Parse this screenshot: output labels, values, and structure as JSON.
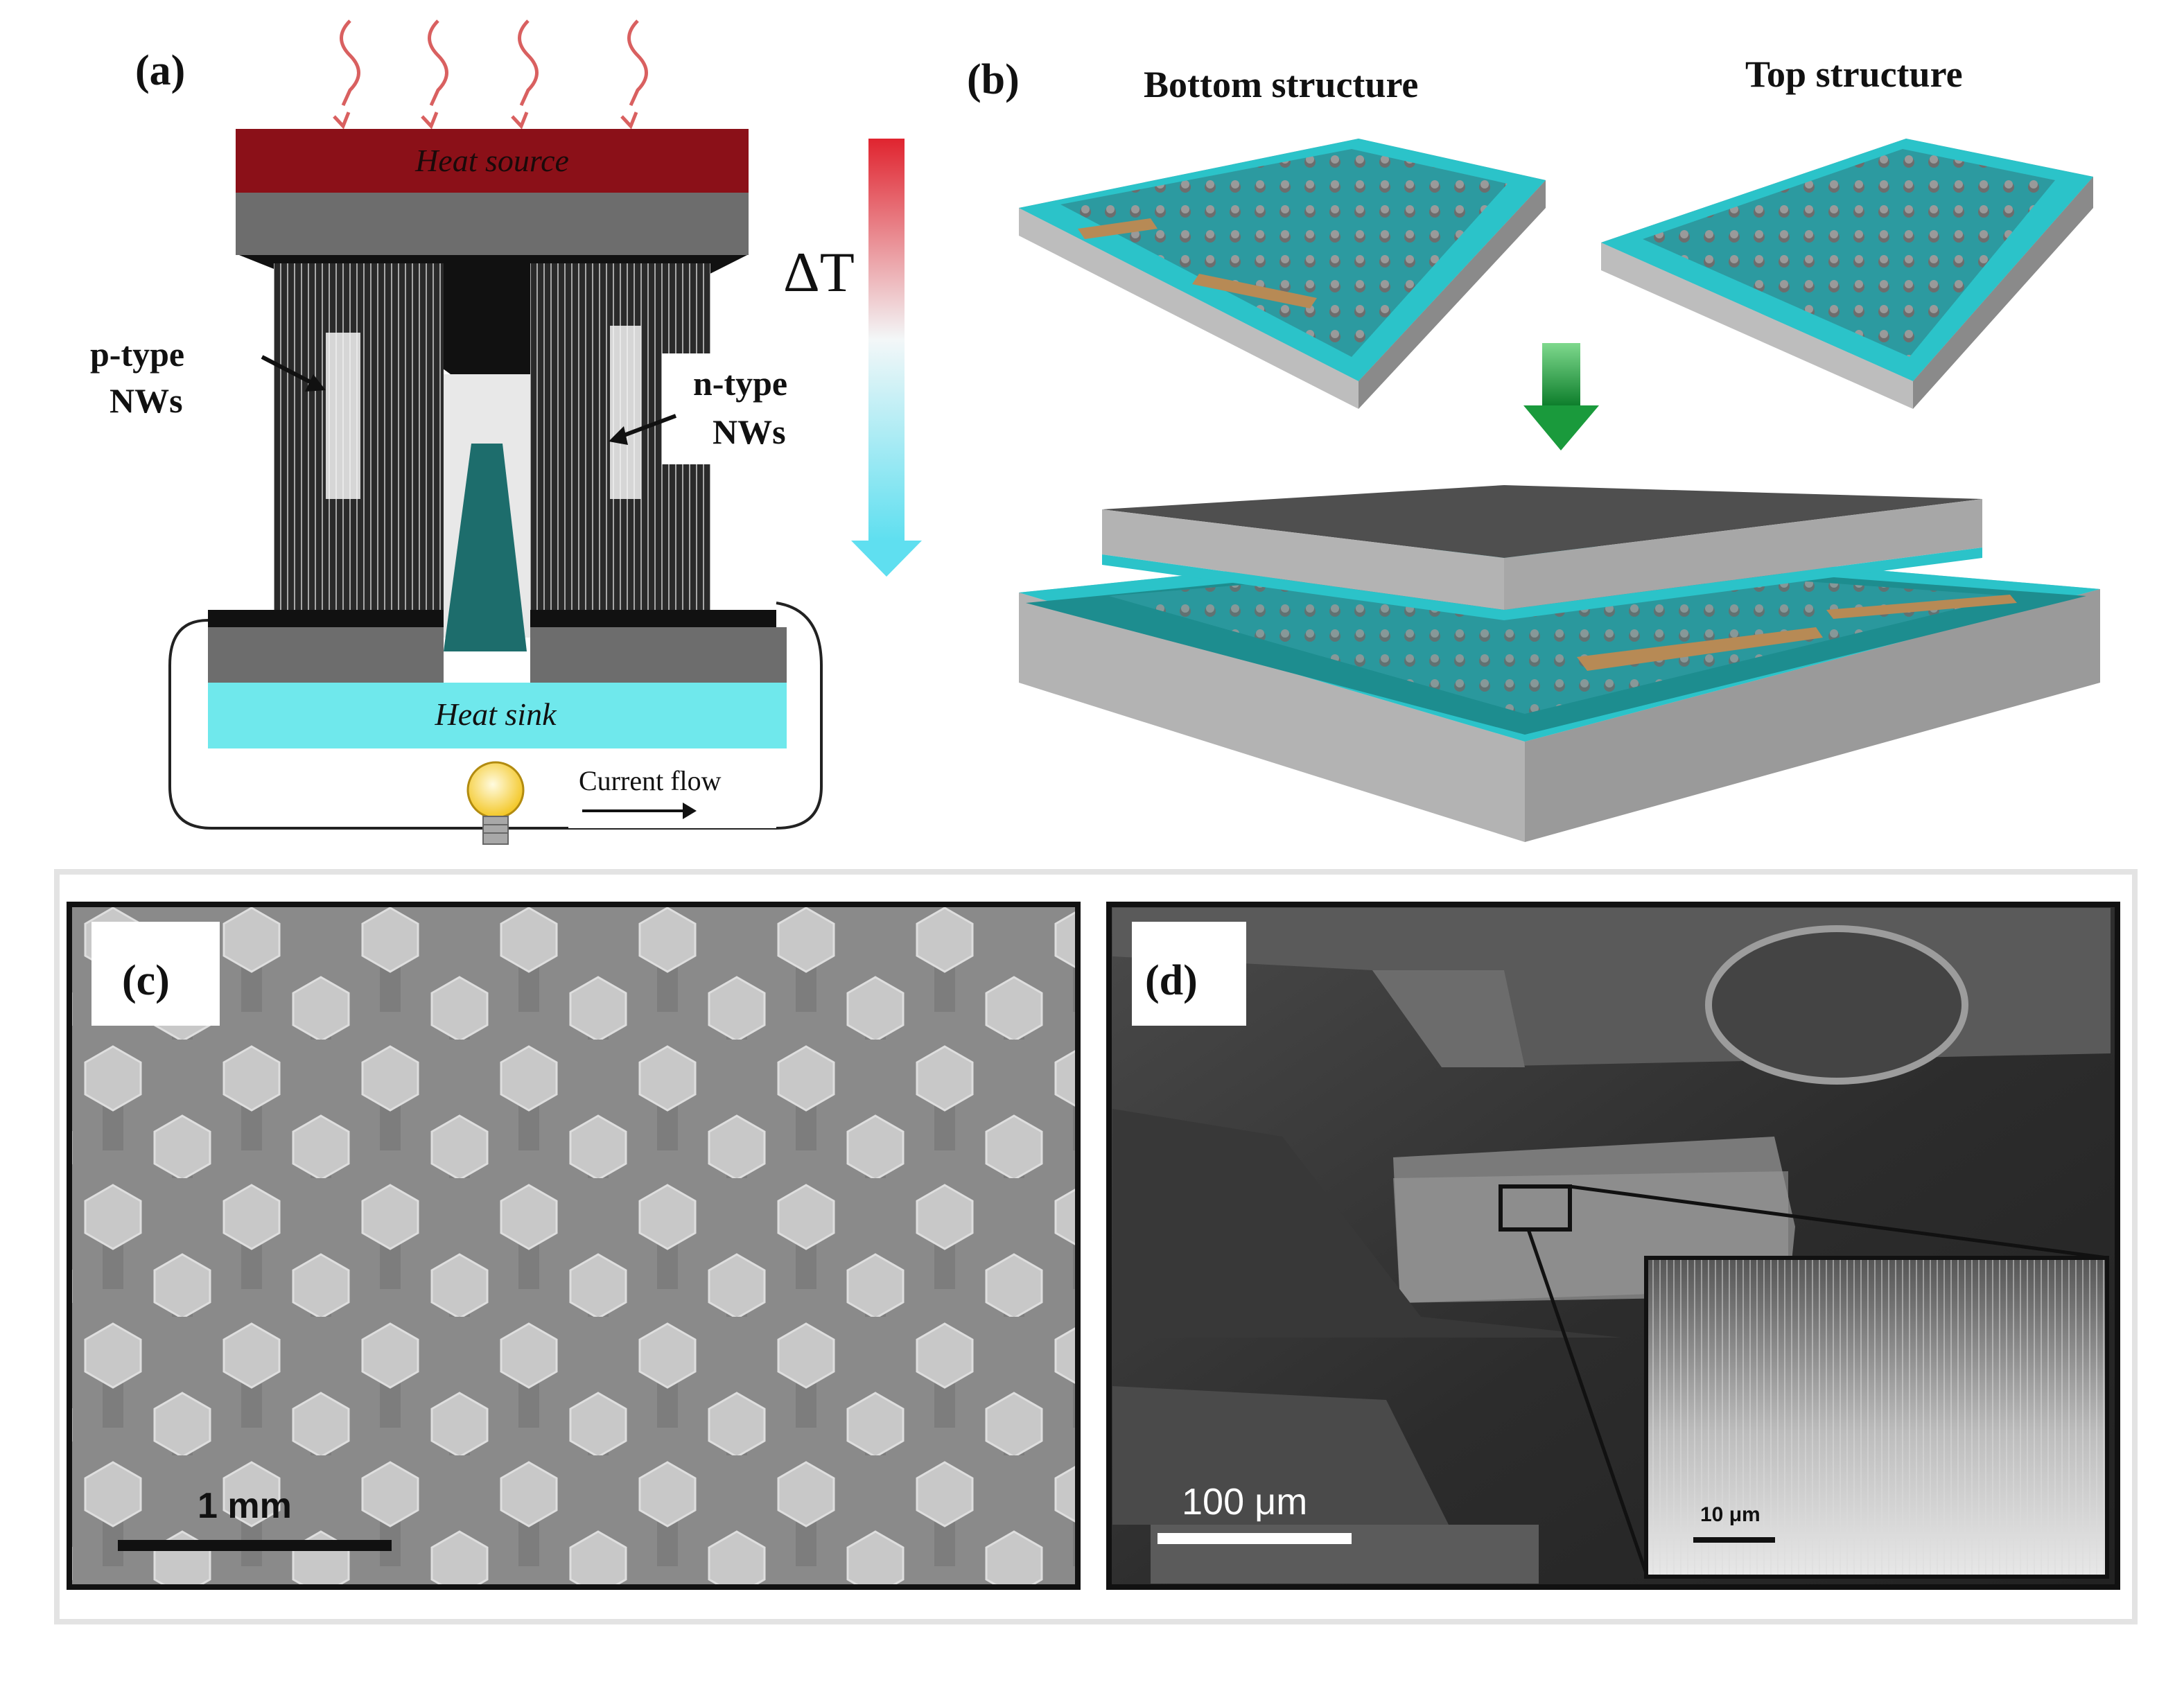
{
  "panels": {
    "a": {
      "label": "(a)",
      "heat_source": "Heat source",
      "heat_sink": "Heat sink",
      "delta_t": "ΔT",
      "p_type_line1": "p-type",
      "p_type_line2": "NWs",
      "n_type_line1": "n-type",
      "n_type_line2": "NWs",
      "current_flow": "Current flow"
    },
    "b": {
      "label": "(b)",
      "bottom_structure": "Bottom structure",
      "top_structure": "Top structure"
    },
    "c": {
      "label": "(c)",
      "scale_bar": "1 mm"
    },
    "d": {
      "label": "(d)",
      "scale_bar": "100 μm",
      "inset_scale_bar": "10 μm"
    }
  },
  "colors": {
    "heat_source": "#8b1018",
    "heat_sink": "#6fe8ec",
    "substrate_teal": "#2bc3c9",
    "gradient_hot": "#e0242f",
    "gradient_cold": "#5fdff0",
    "arrow_green": "#1a9a3c"
  }
}
